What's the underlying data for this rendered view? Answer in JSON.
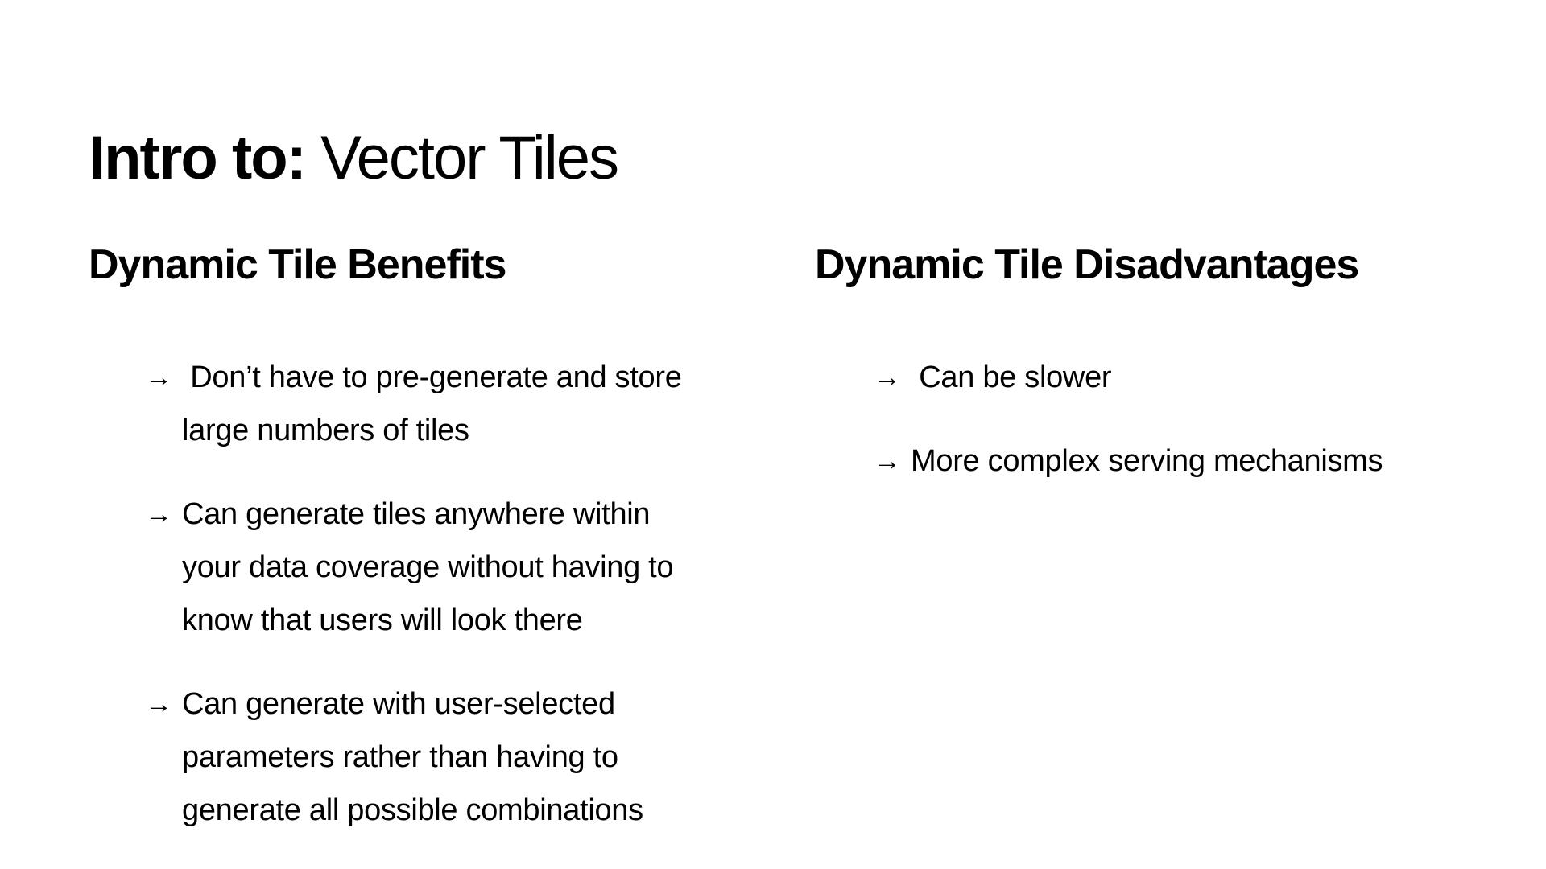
{
  "colors": {
    "background": "#ffffff",
    "text": "#000000"
  },
  "bullet_char": "→",
  "title": {
    "prefix": "Intro to:",
    "rest": " Vector Tiles"
  },
  "columns": [
    {
      "heading": "Dynamic Tile Benefits",
      "bullets": [
        " Don’t have to pre-generate and store large numbers of tiles",
        "Can generate tiles anywhere within your data coverage without having to know that users will look there",
        "Can generate with user-selected parameters rather than having to generate all possible combinations"
      ]
    },
    {
      "heading": "Dynamic Tile Disadvantages",
      "bullets": [
        " Can be slower",
        "More complex serving mechanisms"
      ]
    }
  ]
}
